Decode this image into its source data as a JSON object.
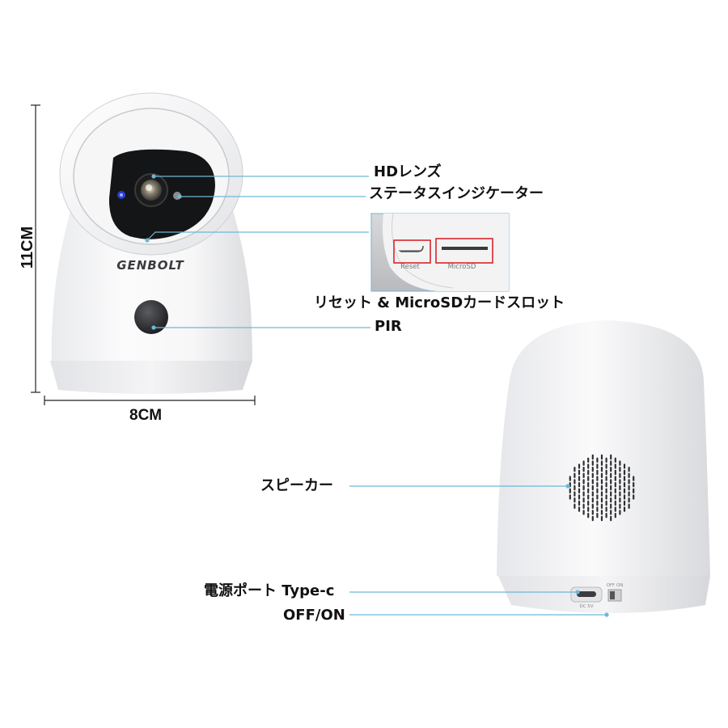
{
  "dimensions": {
    "height": "11CM",
    "width": "8CM"
  },
  "brand": "GENBOLT",
  "callouts": {
    "hd_lens": "HDレンズ",
    "status_indicator": "ステータスインジケーター",
    "reset_sd_slot": "リセット & MicroSDカードスロット",
    "pir": "PIR",
    "speaker": "スピーカー",
    "power_port": "電源ポート Type-c",
    "off_on": "OFF/ON"
  },
  "inset": {
    "reset_label": "Reset",
    "microsd_label": "MicroSD"
  },
  "rear_port": {
    "port_label": "DC 5V",
    "switch_label": "OFF ON"
  },
  "colors": {
    "callout_line": "#6fb6d6",
    "highlight_box": "#d9262b",
    "indicator_led": "#2b3cd6"
  }
}
